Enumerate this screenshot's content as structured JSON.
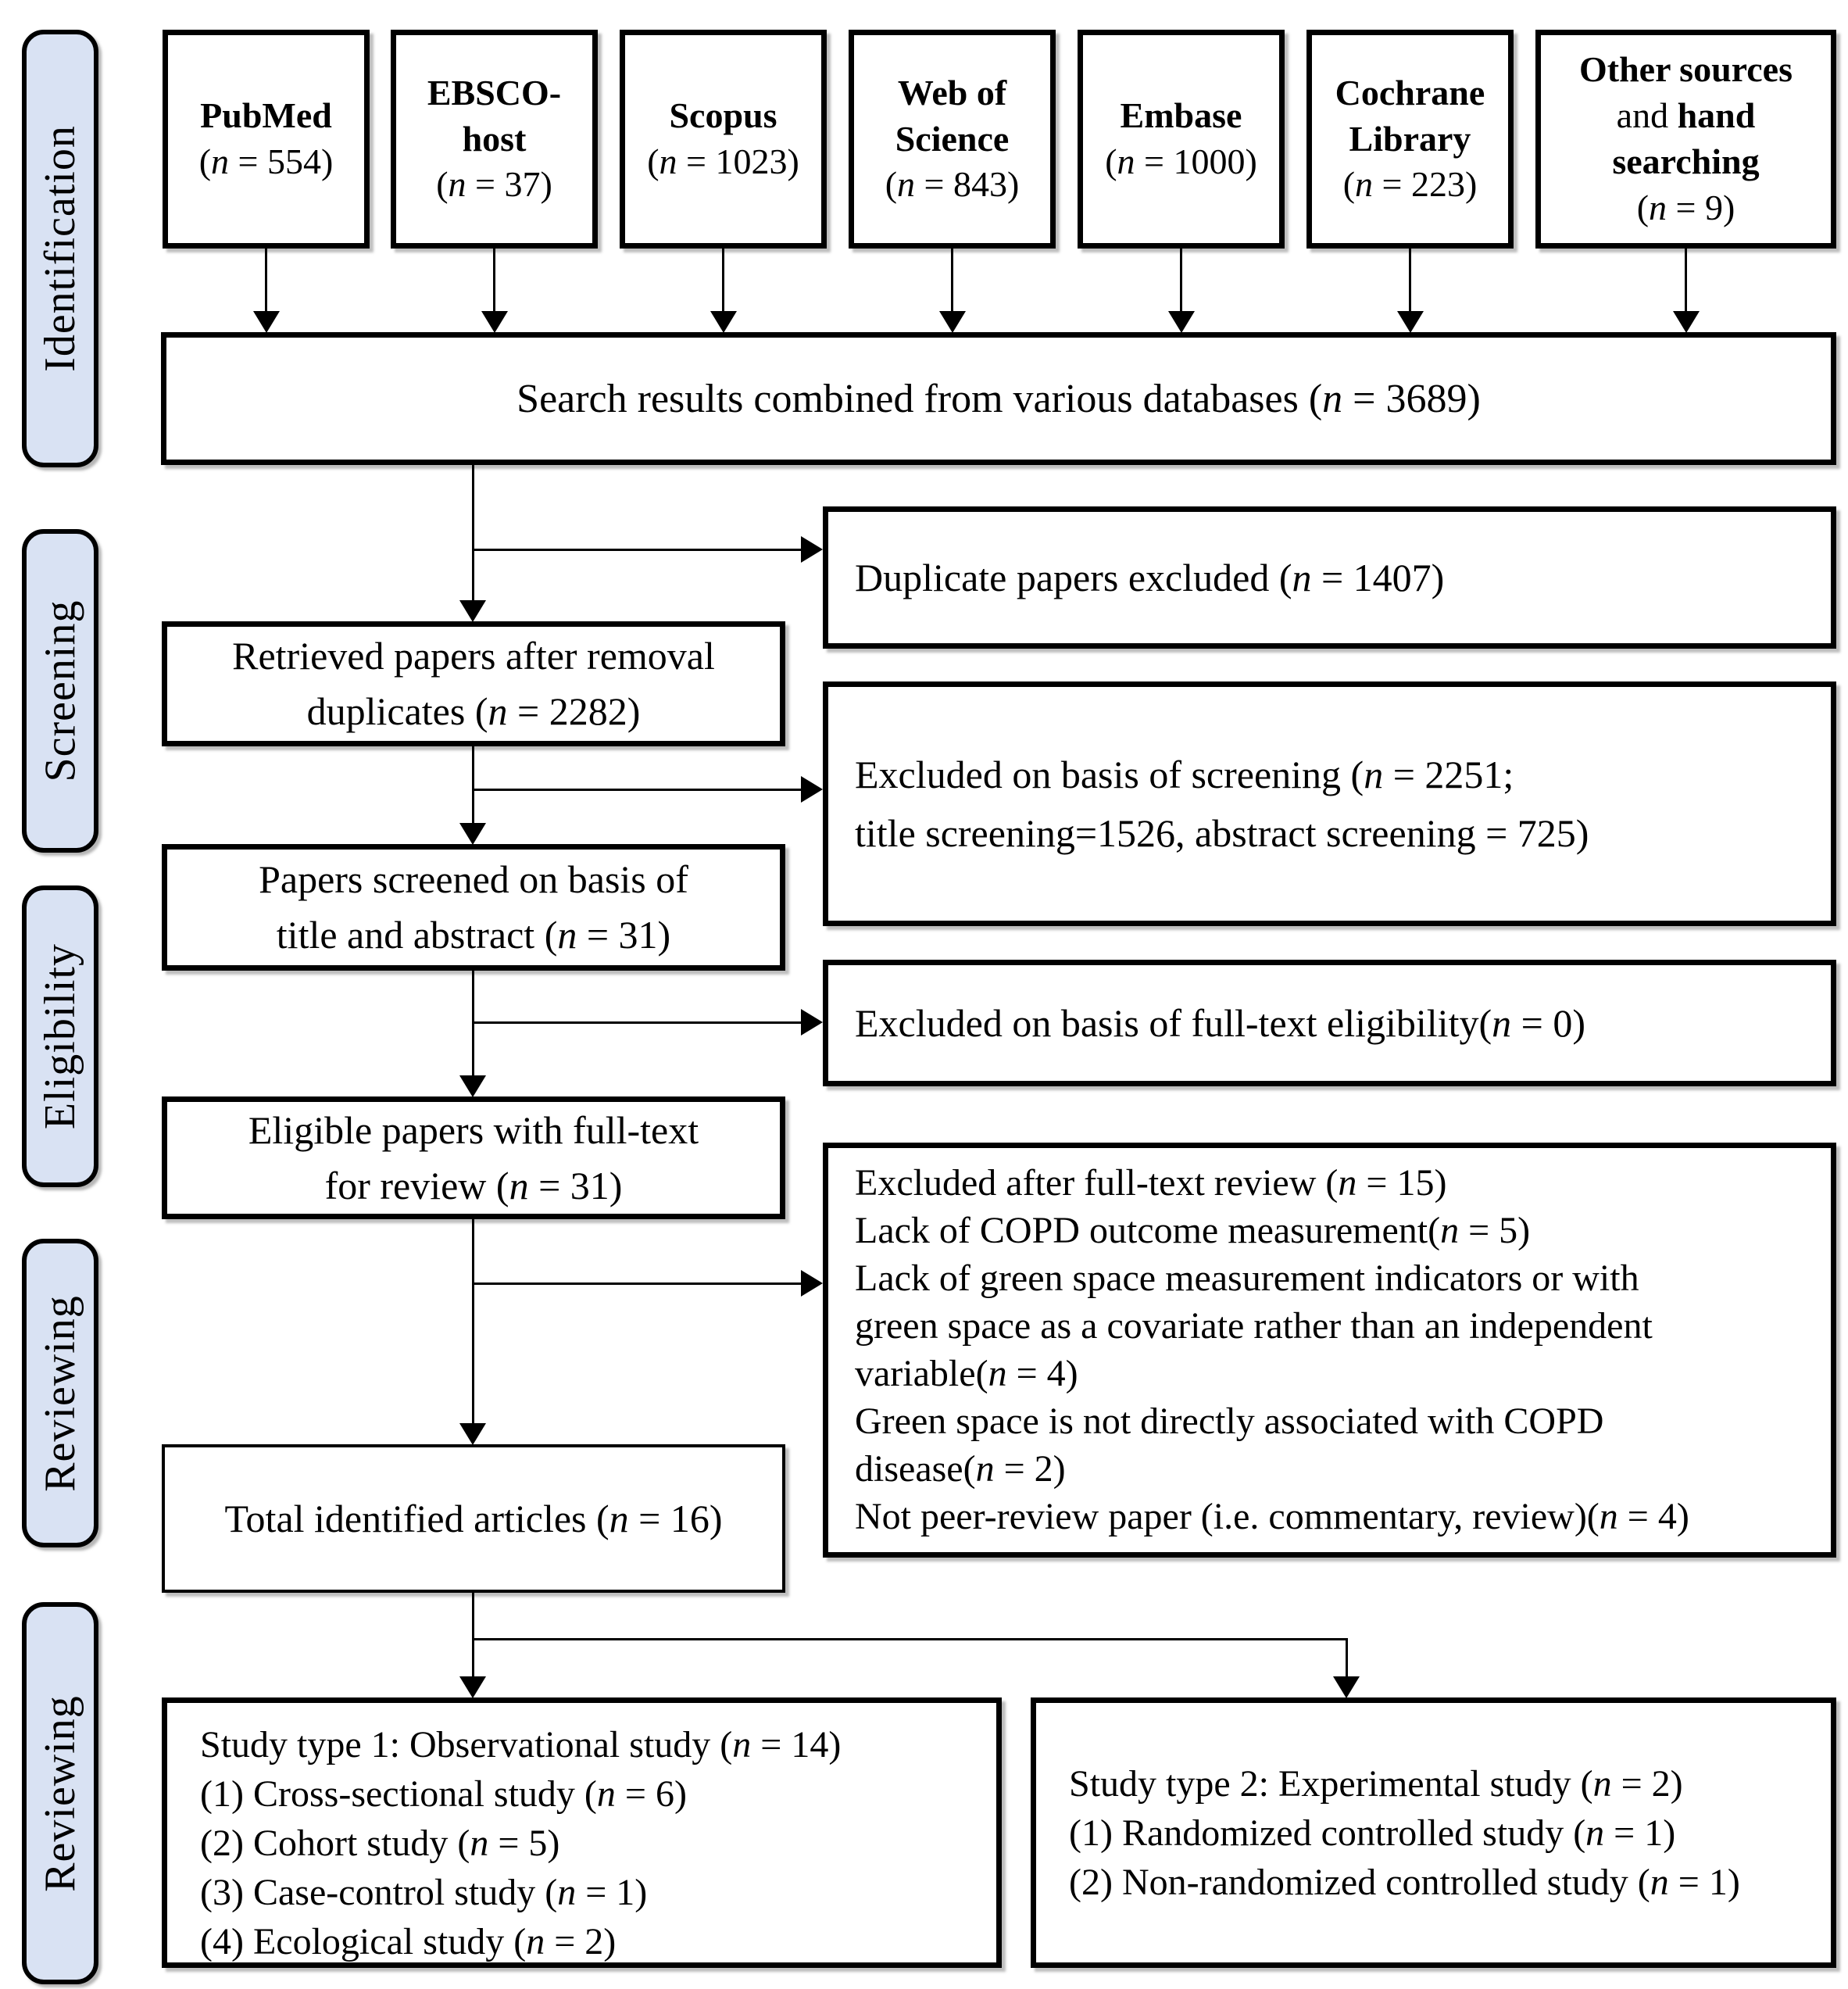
{
  "stages": [
    "Identification",
    "Screening",
    "Eligibility",
    "Reviewing",
    "Reviewing"
  ],
  "sources": [
    {
      "name": "**PubMed**",
      "count": "(n = 554)"
    },
    {
      "name": "**EBSCO-\nhost**",
      "count": "(n = 37)"
    },
    {
      "name": "**Scopus**",
      "count": "(n = 1023)"
    },
    {
      "name": "**Web of\nScience**",
      "count": "(n = 843)"
    },
    {
      "name": "**Embase**",
      "count": "(n = 1000)"
    },
    {
      "name": "**Cochrane\nLibrary**",
      "count": "(n = 223)"
    },
    {
      "name": "**Other sources**\nand **hand**\n**searching**",
      "count": "(n = 9)"
    }
  ],
  "combined": {
    "text": "Search results combined from various databases (n = 3689)"
  },
  "flow": {
    "retrieved": "Retrieved papers after removal\nduplicates (n = 2282)",
    "screened": "Papers screened on basis of\ntitle and abstract (n = 31)",
    "eligible": "Eligible papers with full-text\nfor review (n = 31)",
    "total": "Total identified articles (n = 16)"
  },
  "exclusions": {
    "duplicate": "Duplicate papers excluded (n = 1407)",
    "screening": "Excluded on basis of screening (n = 2251;\ntitle screening=1526, abstract screening = 725)",
    "fulltext": "Excluded on basis of full-text eligibility(n = 0)",
    "review": "Excluded after full-text review (n = 15)\nLack of COPD outcome measurement(n = 5)\nLack of green space measurement indicators or with\ngreen space as a covariate rather than an independent\nvariable(n = 4)\nGreen space is not directly associated with COPD\ndisease(n = 2)\nNot peer-review paper (i.e. commentary, review)(n = 4)"
  },
  "study_types": {
    "observational": "Study type 1: Observational study (n = 14)\n(1) Cross-sectional study (n = 6)\n(2) Cohort study (n = 5)\n(3) Case-control study (n = 1)\n(4) Ecological study (n = 2)",
    "experimental": "Study type 2: Experimental study (n = 2)\n(1) Randomized controlled study (n = 1)\n(2) Non-randomized controlled study (n = 1)"
  },
  "colors": {
    "stage_fill": "#d9e2f3",
    "border": "#000000",
    "background": "#ffffff"
  }
}
